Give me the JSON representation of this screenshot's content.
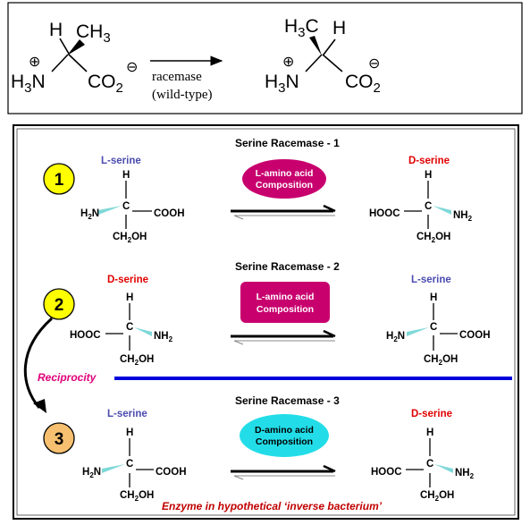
{
  "top_reaction": {
    "reactant": {
      "h": "H",
      "ch3": "CH",
      "ch3_sub": "3",
      "n": "H",
      "n_sub": "3",
      "n_main": "N",
      "charge_plus": "⊕",
      "co2": "CO",
      "co2_sub": "2",
      "charge_minus": "⊖"
    },
    "arrow_label_1": "racemase",
    "arrow_label_2": "(wild-type)",
    "product": {
      "h3": "H",
      "h3_sub": "3",
      "c": "C",
      "h": "H",
      "n": "H",
      "n_sub": "3",
      "n_main": "N",
      "charge_plus": "⊕",
      "co2": "CO",
      "co2_sub": "2",
      "charge_minus": "⊖"
    }
  },
  "panel": {
    "rows": [
      {
        "number": "1",
        "title": "Serine Racemase - 1",
        "left_label": "L-serine",
        "enzyme": "L-amino acid\nComposition",
        "enzyme_line1": "L-amino acid",
        "enzyme_line2": "Composition",
        "right_label": "D-serine"
      },
      {
        "number": "2",
        "title": "Serine Racemase - 2",
        "left_label": "D-serine",
        "enzyme_line1": "L-amino acid",
        "enzyme_line2": "Composition",
        "right_label": "L-serine"
      },
      {
        "number": "3",
        "title": "Serine Racemase - 3",
        "left_label": "L-serine",
        "enzyme_line1": "D-amino acid",
        "enzyme_line2": "Composition",
        "right_label": "D-serine"
      }
    ],
    "reciprocity": "Reciprocity",
    "footer": "Enzyme in hypothetical ‘inverse bacterium’",
    "atoms": {
      "H": "H",
      "C": "C",
      "cooh": "COOH",
      "hooc": "HOOC",
      "ch2oh": "CH",
      "ch2oh_sub": "2",
      "ch2oh_tail": "OH",
      "nh2_n": "H",
      "nh2_sub": "2",
      "nh2_main": "N",
      "nh2r_main": "NH",
      "nh2r_sub": "2"
    }
  },
  "colors": {
    "l_label": "#4b4bb0",
    "d_label": "#e00000",
    "magenta_enzyme": "#c8006e",
    "cyan_enzyme": "#22dde8",
    "reciprocity_text": "#e0007a",
    "reciprocity_line": "#0000dd",
    "number_yellow": "#ffff00",
    "number_orange": "#f6c070",
    "wedge": "#7fd8d8"
  }
}
